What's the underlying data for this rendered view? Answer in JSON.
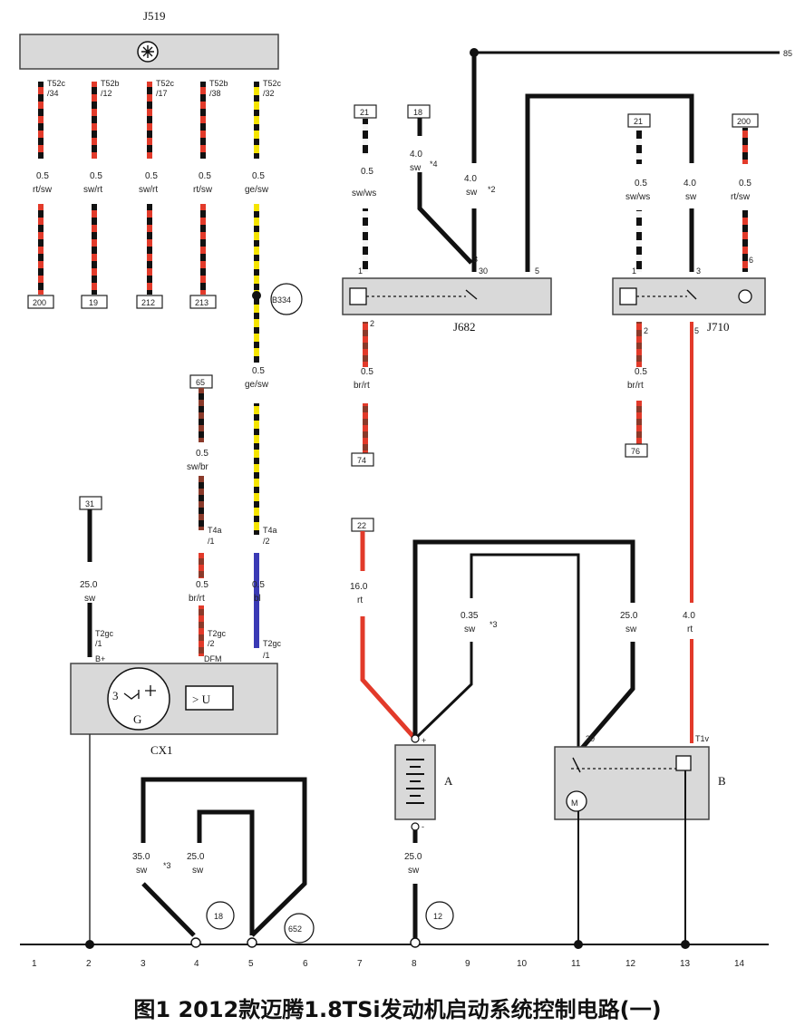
{
  "caption": "图1 2012款迈腾1.8TSi发动机启动系统控制电路(一)",
  "components": {
    "j519": "J519",
    "j682": "J682",
    "j710": "J710",
    "cx1": "CX1",
    "battery": "A",
    "starter": "B",
    "top_right_ref": "85"
  },
  "j519_pins": [
    {
      "conn": "T52c",
      "pin": "/34",
      "size": "0.5",
      "color": "rt/sw",
      "ref": "200"
    },
    {
      "conn": "T52b",
      "pin": "/12",
      "size": "0.5",
      "color": "sw/rt",
      "ref": "19"
    },
    {
      "conn": "T52c",
      "pin": "/17",
      "size": "0.5",
      "color": "sw/rt",
      "ref": "212"
    },
    {
      "conn": "T52b",
      "pin": "/38",
      "size": "0.5",
      "color": "rt/sw",
      "ref": "213"
    },
    {
      "conn": "T52c",
      "pin": "/32",
      "size": "0.5",
      "color": "ge/sw"
    }
  ],
  "b334": "B334",
  "yellow_lower": {
    "size": "0.5",
    "color": "ge/sw"
  },
  "j682": {
    "ref_left": "21",
    "ref_mid": "18",
    "w1": {
      "size": "0.5",
      "color": "sw/ws"
    },
    "w2": {
      "size": "4.0",
      "color": "sw",
      "note": "*4"
    },
    "w3": {
      "size": "4.0",
      "color": "sw",
      "note": "*2"
    },
    "pins_top": [
      "1",
      "3",
      "5"
    ],
    "pin30": "30",
    "pin2": "2",
    "w_out": {
      "size": "0.5",
      "color": "br/rt"
    },
    "ref_out": "74"
  },
  "j710": {
    "ref_left": "21",
    "ref_right": "200",
    "w1": {
      "size": "0.5",
      "color": "sw/ws"
    },
    "w2": {
      "size": "4.0",
      "color": "sw"
    },
    "w3": {
      "size": "0.5",
      "color": "rt/sw"
    },
    "pins_top": [
      "1",
      "3",
      "6"
    ],
    "pin2": "2",
    "pin5": "5",
    "w_out": {
      "size": "0.5",
      "color": "br/rt"
    },
    "ref_out": "76"
  },
  "cx1_wires": {
    "ref_g": "31",
    "bplus": {
      "size": "25.0",
      "color": "sw",
      "conn": "T2gc",
      "pin": "/1",
      "term": "B+"
    },
    "dfm": {
      "ref": "65",
      "size_top": "0.5",
      "color_top": "sw/br",
      "conn4": "T4a",
      "pin4": "/1",
      "size": "0.5",
      "color": "br/rt",
      "conn": "T2gc",
      "pin": "/2",
      "term": "DFM"
    },
    "l": {
      "conn4": "T4a",
      "pin4": "/2",
      "size": "0.5",
      "color": "bl",
      "conn": "T2gc",
      "term": "/1"
    },
    "inner_3": "3",
    "inner_g": "G",
    "inner_u": "> U"
  },
  "battery_wires": {
    "ref": "22",
    "main": {
      "size": "16.0",
      "color": "rt"
    },
    "sig": {
      "size": "0.35",
      "color": "sw",
      "note": "*3"
    },
    "big": {
      "size": "25.0",
      "color": "sw"
    },
    "gnd": {
      "size": "25.0",
      "color": "sw"
    },
    "plus": "+",
    "minus": "-"
  },
  "starter_wires": {
    "main": {
      "size": "4.0",
      "color": "rt"
    },
    "t1v": "T1v",
    "pin30": "30",
    "motor": "M"
  },
  "ground_wires": {
    "w35": {
      "size": "35.0",
      "color": "sw",
      "note": "*3"
    },
    "w25": {
      "size": "25.0",
      "color": "sw"
    },
    "p18": "18",
    "p652": "652",
    "p12": "12"
  },
  "grid_numbers": [
    "1",
    "2",
    "3",
    "4",
    "5",
    "6",
    "7",
    "8",
    "9",
    "10",
    "11",
    "12",
    "13",
    "14"
  ]
}
